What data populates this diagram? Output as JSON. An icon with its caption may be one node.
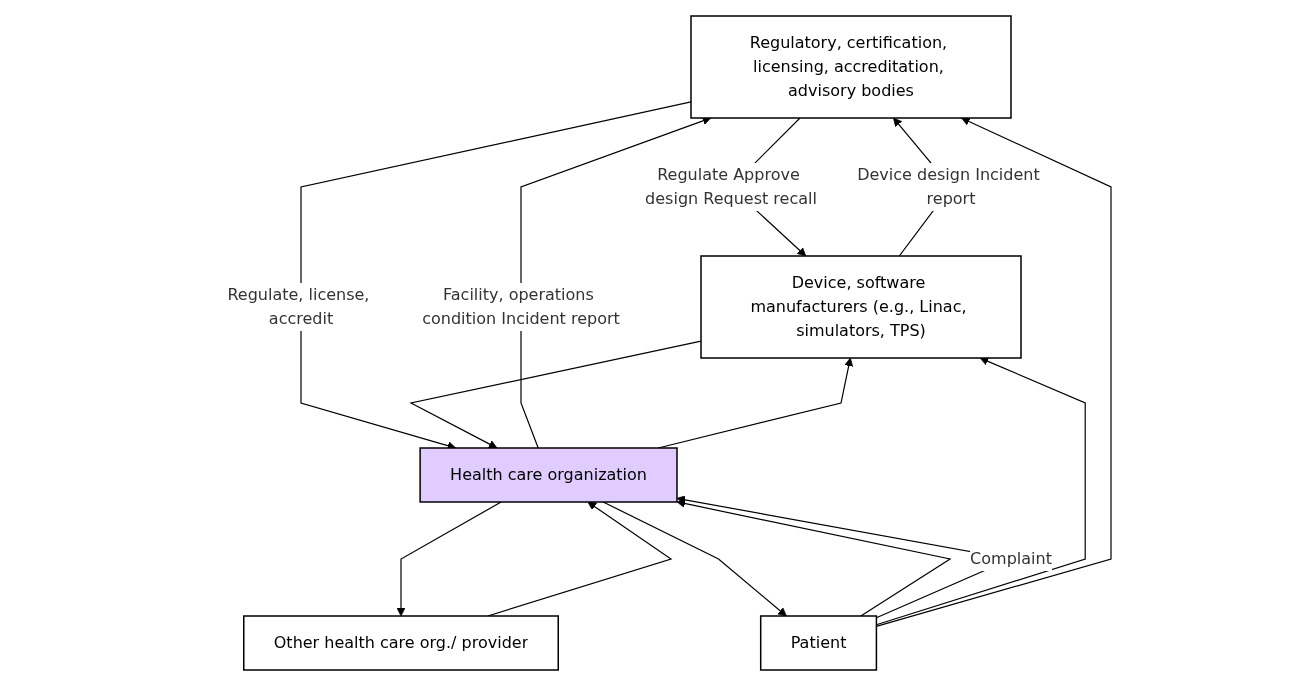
{
  "diagram": {
    "nodes": [
      {
        "text": [
          "Regulatory, certification, licensing, accreditation, advisory bodies"
        ]
      },
      {
        "text": [
          "Device, software manufacturers (e.g., Linac, simulators, TPS)"
        ]
      },
      {
        "text": [
          "Health care organization"
        ]
      },
      {
        "text": [
          "Other health care org./ provider"
        ]
      },
      {
        "text": [
          "Patient"
        ]
      }
    ],
    "edges": [
      {
        "from": 0,
        "to": 1,
        "arrow": "to",
        "label": "Regulate Approve design Request recall"
      },
      {
        "from": 1,
        "to": 0,
        "arrow": "to",
        "label": "Device design Incident report"
      },
      {
        "from": 0,
        "to": 2,
        "arrow": "to",
        "label": "Regulate, license, accredit"
      },
      {
        "from": 2,
        "to": 0,
        "arrow": "to",
        "label": "Facility, operations condition Incident report"
      },
      {
        "from": 2,
        "to": 1,
        "arrow": "to"
      },
      {
        "from": 1,
        "to": 2,
        "arrow": "to"
      },
      {
        "from": 3,
        "to": 2,
        "arrow": "to"
      },
      {
        "from": 2,
        "to": 3,
        "arrow": "to"
      },
      {
        "from": 2,
        "to": 4,
        "arrow": "to"
      },
      {
        "from": 4,
        "to": 2,
        "arrow": "to"
      },
      {
        "from": 4,
        "to": 2,
        "arrow": "to",
        "label": "Complaint"
      },
      {
        "from": 4,
        "to": 1,
        "arrow": "to"
      },
      {
        "from": 4,
        "to": 0,
        "arrow": "to"
      }
    ]
  }
}
